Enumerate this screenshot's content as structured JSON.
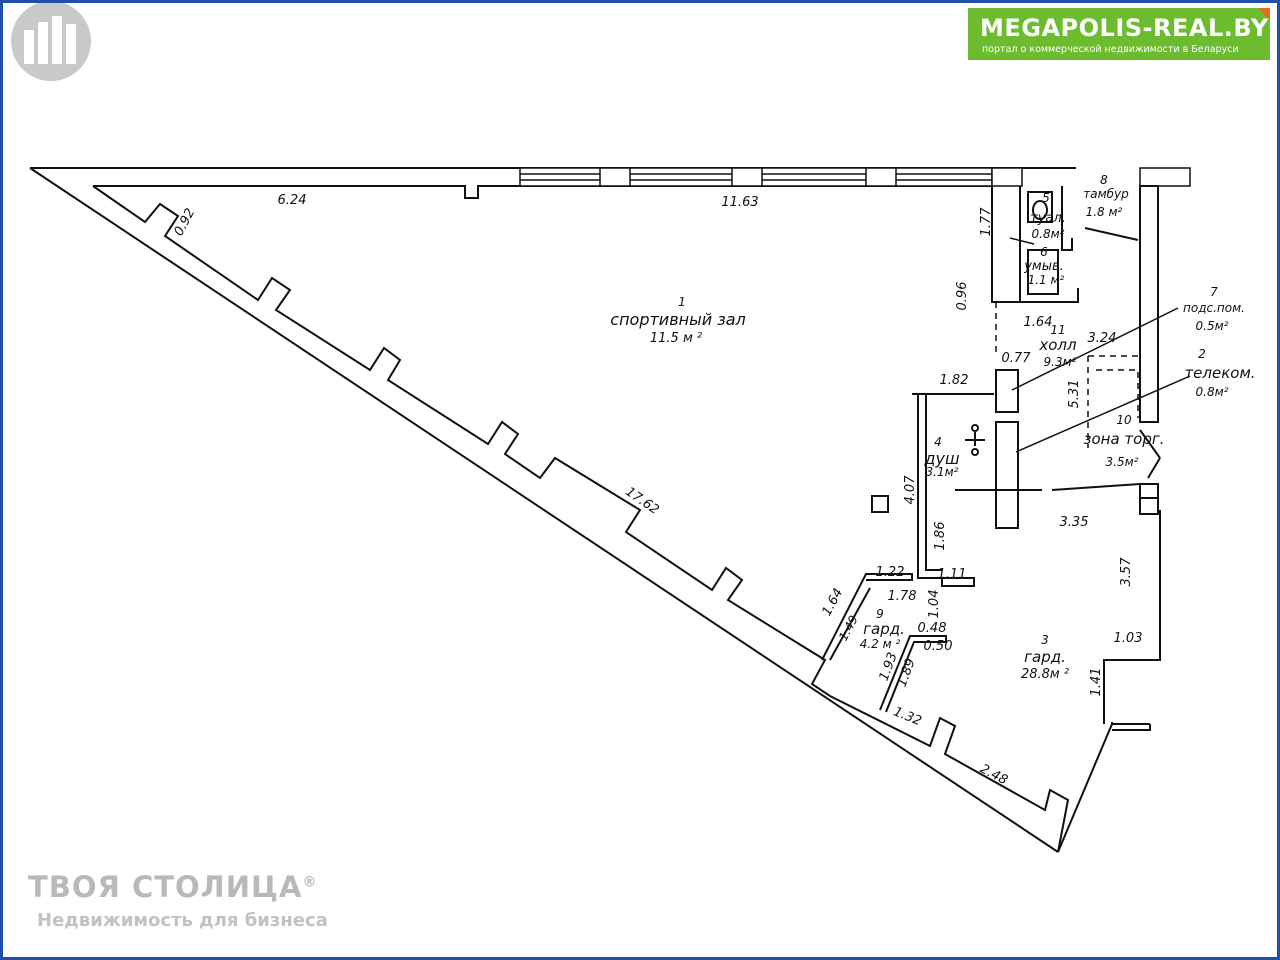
{
  "branding": {
    "site_name": "MEGAPOLIS-REAL.BY",
    "site_tagline": "портал о коммерческой недвижимости в Беларуси",
    "watermark_name": "ТВОЯ СТОЛИЦА",
    "watermark_mark": "®",
    "watermark_tagline": "Недвижимость для бизнеса"
  },
  "colors": {
    "badge_green": "#6dbb2f",
    "badge_corner": "#e96b1c",
    "frame_blue": "#1f4fa8",
    "ink": "#111111",
    "watermark_gray": "#bdbdbd"
  },
  "rooms": [
    {
      "num": "1",
      "name": "спортивный зал",
      "area": "11.5 м ²"
    },
    {
      "num": "2",
      "name": "телеком.",
      "area": "0.8м²"
    },
    {
      "num": "3",
      "name": "гард.",
      "area": "28.8м ²"
    },
    {
      "num": "4",
      "name": "душ",
      "area": "3.1м²"
    },
    {
      "num": "5",
      "name": "туал.",
      "area": "0.8м²"
    },
    {
      "num": "6",
      "name": "умыв.",
      "area": "1.1 м²"
    },
    {
      "num": "7",
      "name": "подс.пом.",
      "area": "0.5м²"
    },
    {
      "num": "8",
      "name": "тамбур",
      "area": "1.8 м²"
    },
    {
      "num": "9",
      "name": "гард.",
      "area": "4.2 м ²"
    },
    {
      "num": "10",
      "name": "зона торг.",
      "area": "3.5м²"
    },
    {
      "num": "11",
      "name": "холл",
      "area": "9.3м²"
    }
  ],
  "dimensions": [
    "6.24",
    "11.63",
    "0.92",
    "1.77",
    "0.96",
    "1.64",
    "3.24",
    "0.77",
    "1.82",
    "5.31",
    "4.07",
    "17.62",
    "1.86",
    "3.35",
    "3.57",
    "1.22",
    "1.11",
    "1.78",
    "1.04",
    "0.48",
    "0.50",
    "1.64",
    "1.49",
    "1.93",
    "1.89",
    "1.03",
    "1.41",
    "1.32",
    "2.48"
  ]
}
